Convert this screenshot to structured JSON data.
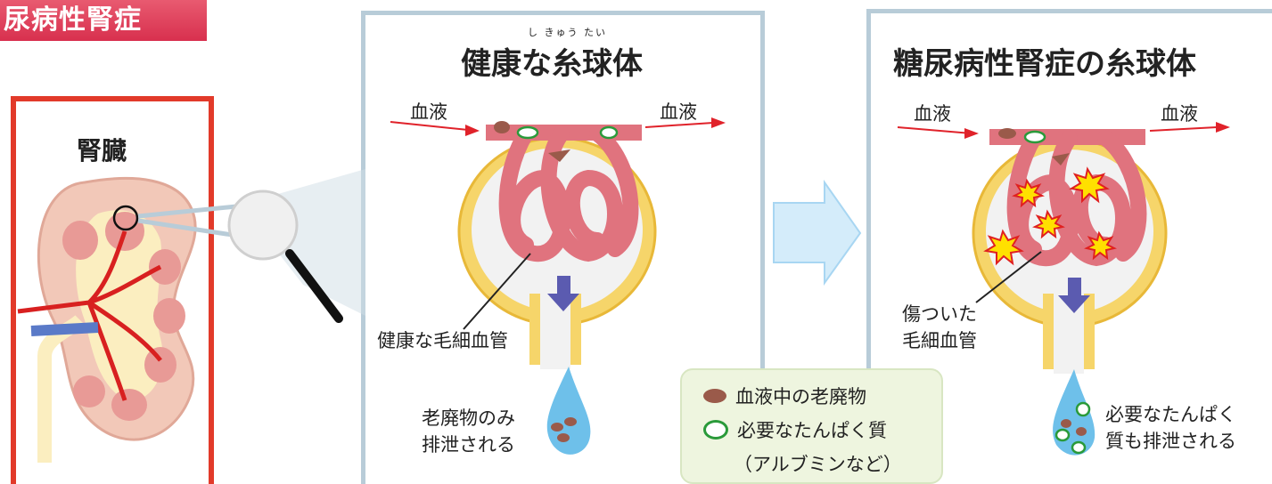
{
  "banner": {
    "text": "尿病性腎症"
  },
  "kidney": {
    "title": "腎臓"
  },
  "healthy": {
    "title": "健康な糸球体",
    "ruby": "し きゅう たい",
    "blood_in": "血液",
    "blood_out": "血液",
    "capillary_label": "健康な毛細血管",
    "urine_label_1": "老廃物のみ",
    "urine_label_2": "排泄される"
  },
  "disease": {
    "title": "糖尿病性腎症の糸球体",
    "blood_in": "血液",
    "blood_out": "血液",
    "damaged_label_1": "傷ついた",
    "damaged_label_2": "毛細血管",
    "urine_label_1": "必要なたんぱく",
    "urine_label_2": "質も排泄される"
  },
  "legend": {
    "waste": "血液中の老廃物",
    "protein": "必要なたんぱく質",
    "protein_note": "（アルブミンなど）"
  },
  "colors": {
    "red_frame": "#e23a2a",
    "panel_border": "#b8ccd8",
    "vessel": "#e0737e",
    "arrow_blue": "#5b5bb0",
    "drop": "#6ec0ea"
  }
}
